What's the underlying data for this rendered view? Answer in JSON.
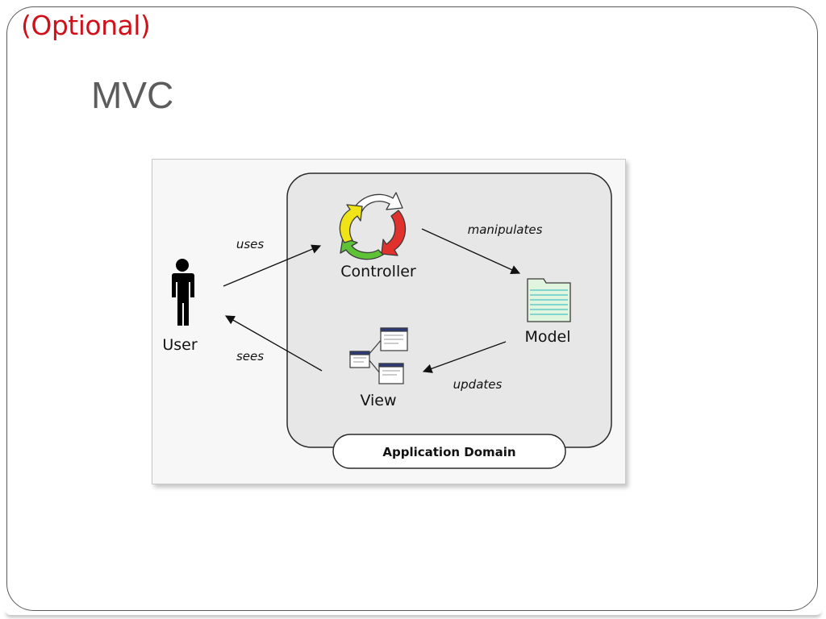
{
  "slide": {
    "optional_label": "(Optional)",
    "title": "MVC"
  },
  "diagram": {
    "domain_label": "Application Domain",
    "nodes": {
      "user": "User",
      "controller": "Controller",
      "model": "Model",
      "view": "View"
    },
    "edges": {
      "uses": "uses",
      "manipulates": "manipulates",
      "updates": "updates",
      "sees": "sees"
    },
    "colors": {
      "title": "#5c5c5c",
      "optional": "#d0101a",
      "cycle_red": "#e0312c",
      "cycle_green": "#5ec237",
      "cycle_yellow": "#f0e316",
      "cycle_white": "#ffffff",
      "model_paper": "#dff5dd",
      "model_lines": "#4bc0c8"
    }
  }
}
